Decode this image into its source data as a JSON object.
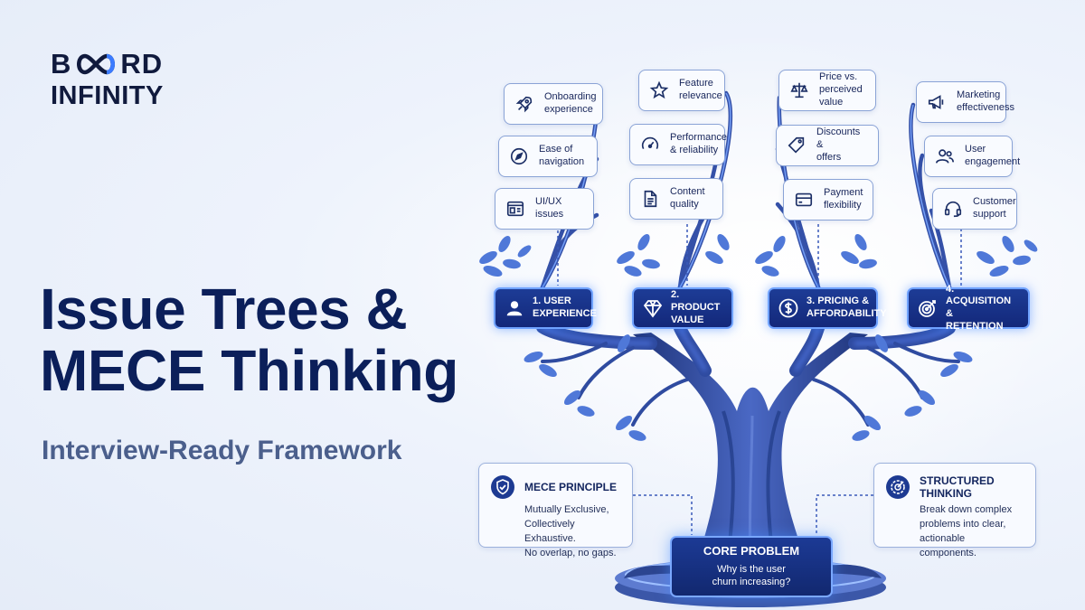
{
  "brand": {
    "line1_left": "B",
    "line1_right": "RD",
    "line2": "INFINITY"
  },
  "hero": {
    "title_line1": "Issue Trees &",
    "title_line2": "MECE Thinking",
    "subtitle": "Interview-Ready Framework"
  },
  "categories": [
    {
      "label": "1. USER\nEXPERIENCE",
      "icon": "user-icon",
      "items": [
        {
          "label": "Onboarding\nexperience",
          "icon": "rocket-icon"
        },
        {
          "label": "Ease of\nnavigation",
          "icon": "compass-icon"
        },
        {
          "label": "UI/UX\nissues",
          "icon": "layout-icon"
        }
      ]
    },
    {
      "label": "2. PRODUCT\nVALUE",
      "icon": "diamond-icon",
      "items": [
        {
          "label": "Feature\nrelevance",
          "icon": "star-icon"
        },
        {
          "label": "Performance\n& reliability",
          "icon": "speedometer-icon"
        },
        {
          "label": "Content\nquality",
          "icon": "document-icon"
        }
      ]
    },
    {
      "label": "3. PRICING &\nAFFORDABILITY",
      "icon": "dollar-icon",
      "items": [
        {
          "label": "Price vs.\nperceived value",
          "icon": "scale-icon"
        },
        {
          "label": "Discounts &\noffers",
          "icon": "tag-icon"
        },
        {
          "label": "Payment\nflexibility",
          "icon": "credit-card-icon"
        }
      ]
    },
    {
      "label": "4. ACQUISITION &\nRETENTION",
      "icon": "target-icon",
      "items": [
        {
          "label": "Marketing\neffectiveness",
          "icon": "megaphone-icon"
        },
        {
          "label": "User\nengagement",
          "icon": "users-icon"
        },
        {
          "label": "Customer\nsupport",
          "icon": "headset-icon"
        }
      ]
    }
  ],
  "mece": {
    "title": "MECE PRINCIPLE",
    "body": "Mutually Exclusive,\nCollectively Exhaustive.\nNo overlap, no gaps.",
    "icon": "shield-check-icon"
  },
  "structured": {
    "title": "STRUCTURED THINKING",
    "body": "Break down complex\nproblems into clear,\nactionable components.",
    "icon": "target-gear-icon"
  },
  "core": {
    "title": "CORE PROBLEM",
    "question": "Why is the user\nchurn increasing?"
  },
  "colors": {
    "navy": "#0b1f5a",
    "accent": "#3b7bff",
    "trunk": "#2e4791"
  }
}
